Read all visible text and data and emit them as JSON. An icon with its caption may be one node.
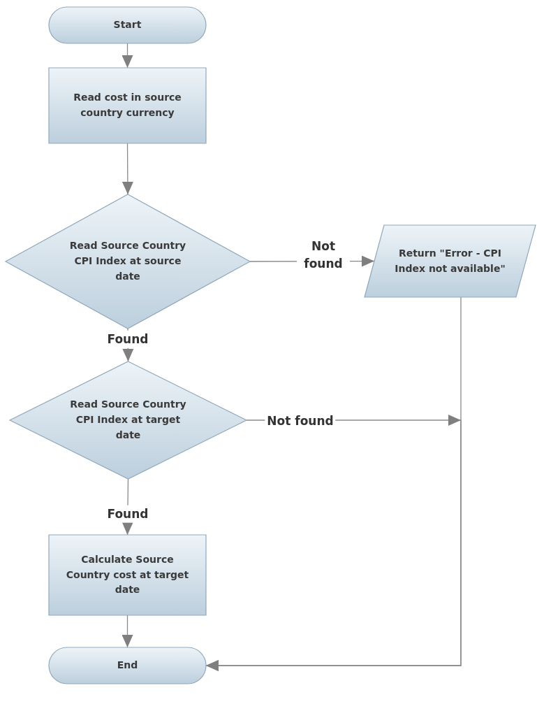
{
  "diagram": {
    "nodes": [
      {
        "text": [
          "Start"
        ]
      },
      {
        "text": [
          "Read cost in source country currency"
        ]
      },
      {
        "text": [
          "Read Source Country CPI Index at source date"
        ]
      },
      {
        "text": [
          "Return \"Error - CPI Index not available\""
        ]
      },
      {
        "text": [
          "Read Source Country CPI Index at target date"
        ]
      },
      {
        "text": [
          "Calculate Source Country cost at target date"
        ]
      },
      {
        "text": [
          "End"
        ]
      }
    ],
    "edges": [
      {
        "from": 0,
        "to": 1,
        "arrow": "to"
      },
      {
        "from": 1,
        "to": 2,
        "arrow": "to"
      },
      {
        "from": 2,
        "to": 3,
        "arrow": "to",
        "label": "Not found"
      },
      {
        "from": 2,
        "to": 4,
        "arrow": "to",
        "label": "Found"
      },
      {
        "from": 4,
        "to": 5,
        "arrow": "to",
        "label": "Found"
      },
      {
        "from": 5,
        "to": 6,
        "arrow": "to"
      },
      {
        "from": 4,
        "to": 6,
        "arrow": "to",
        "label": "Not found"
      },
      {
        "from": 3,
        "to": 6,
        "arrow": "to"
      }
    ]
  }
}
